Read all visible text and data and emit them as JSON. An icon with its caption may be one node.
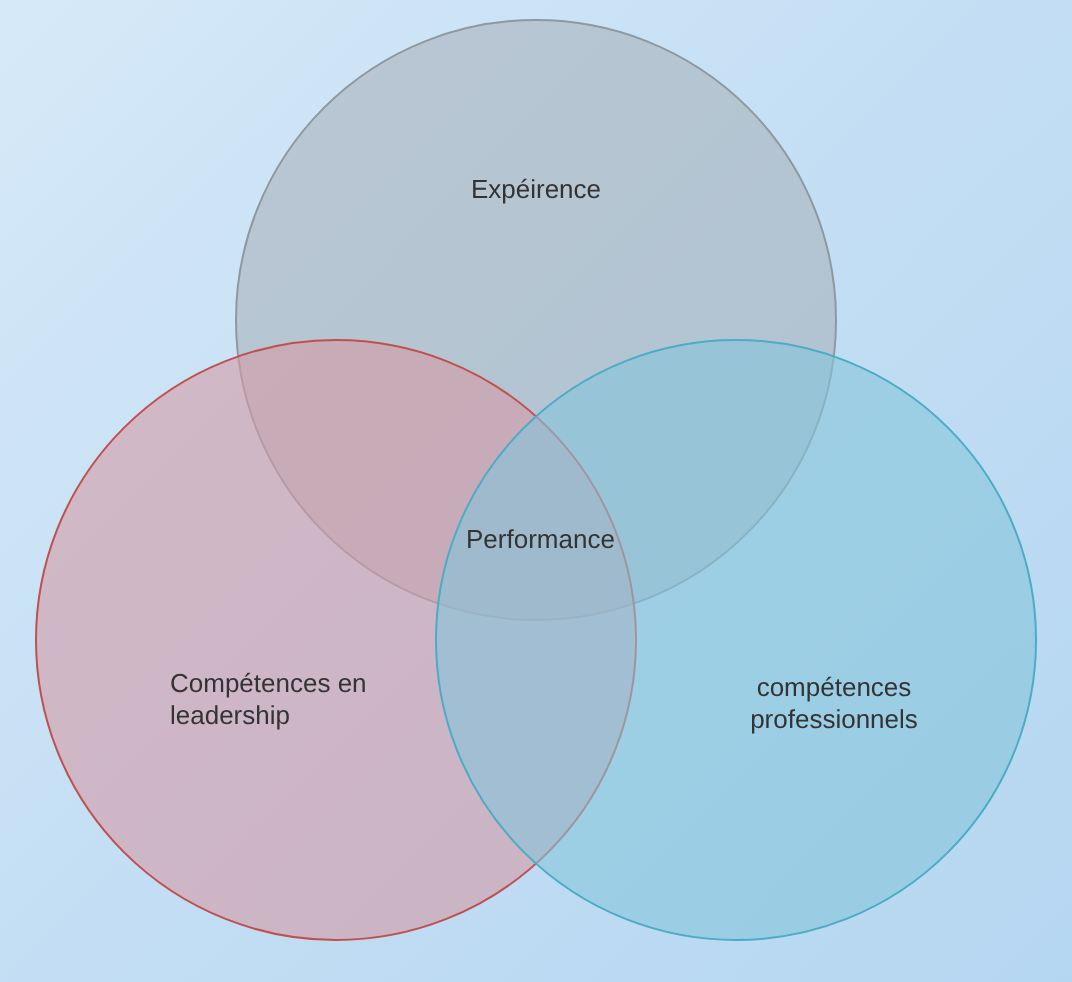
{
  "diagram": {
    "nodes": [
      {
        "text": [
          "Expéirence"
        ]
      },
      {
        "text": [
          "Compétences en leadership"
        ]
      },
      {
        "text": [
          "compétences professionnels"
        ]
      }
    ],
    "labels": [
      "Performance"
    ]
  }
}
